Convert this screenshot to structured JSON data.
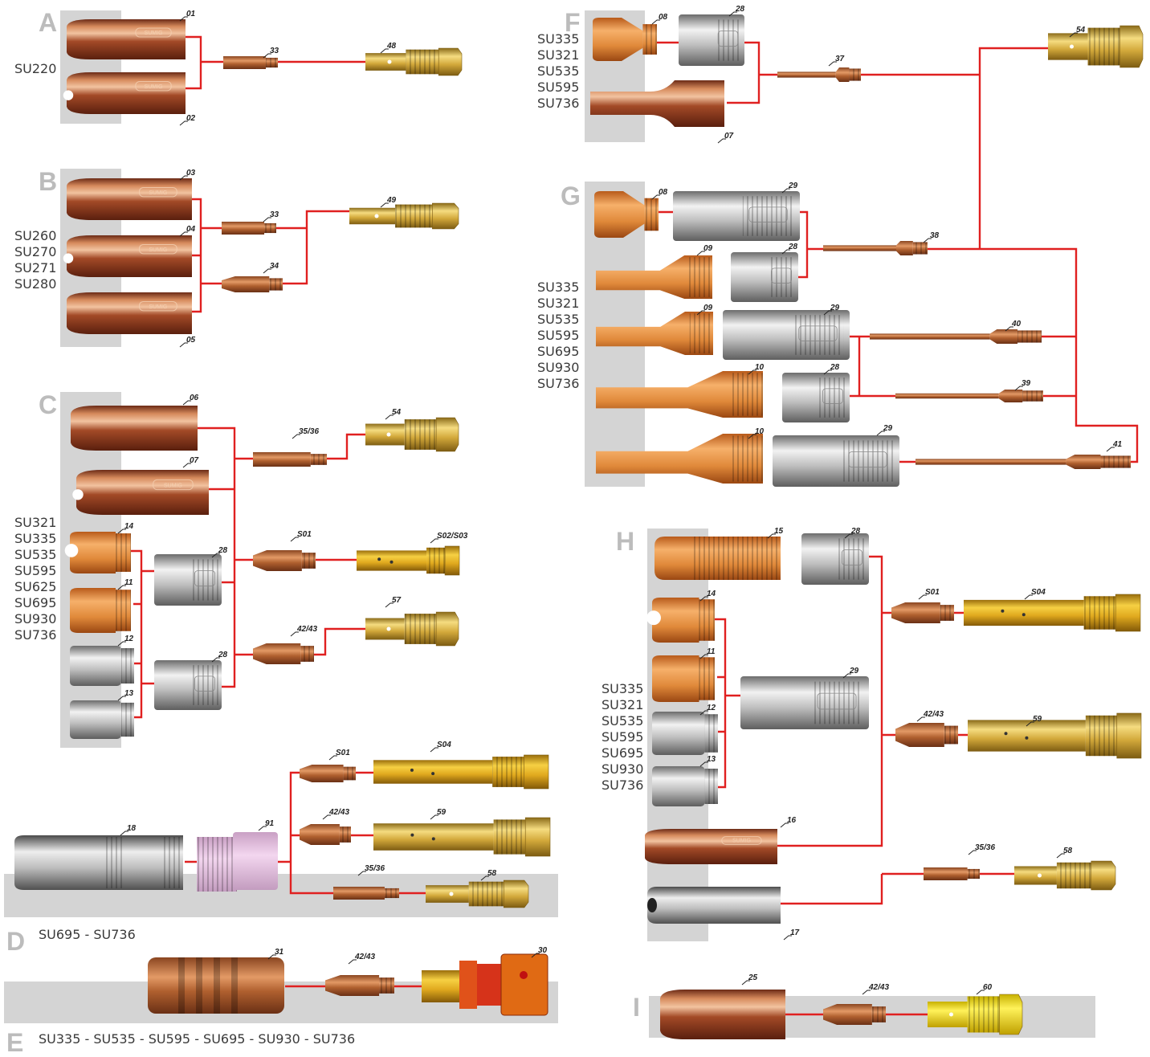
{
  "sections": {
    "A": {
      "letter": "A",
      "models": [
        "SU220"
      ]
    },
    "B": {
      "letter": "B",
      "models": [
        "SU260",
        "SU270",
        "SU271",
        "SU280"
      ]
    },
    "C": {
      "letter": "C",
      "models": [
        "SU321",
        "SU335",
        "SU535",
        "SU595",
        "SU625",
        "SU695",
        "SU930",
        "SU736"
      ]
    },
    "D": {
      "letter": "D",
      "models_line": "SU695 - SU736"
    },
    "E": {
      "letter": "E",
      "models_line": "SU335 - SU535 - SU595 - SU695 - SU930 - SU736"
    },
    "F": {
      "letter": "F",
      "models": [
        "SU335",
        "SU321",
        "SU535",
        "SU595",
        "SU736"
      ]
    },
    "G": {
      "letter": "G",
      "models": [
        "SU335",
        "SU321",
        "SU535",
        "SU595",
        "SU695",
        "SU930",
        "SU736"
      ]
    },
    "H": {
      "letter": "H",
      "models": [
        "SU335",
        "SU321",
        "SU535",
        "SU595",
        "SU695",
        "SU930",
        "SU736"
      ]
    },
    "I": {
      "letter": "I"
    }
  },
  "part_labels": {
    "p01": "01",
    "p02": "02",
    "p33a": "33",
    "p48": "48",
    "p03": "03",
    "p04": "04",
    "p05": "05",
    "p33b": "33",
    "p34": "34",
    "p49": "49",
    "p06": "06",
    "p07a": "07",
    "p14a": "14",
    "p11a": "11",
    "p12a": "12",
    "p13a": "13",
    "p28a": "28",
    "p28b": "28",
    "p3536a": "35/36",
    "p54a": "54",
    "pS01a": "S01",
    "pS0203": "S02/S03",
    "p4243a": "42/43",
    "p57": "57",
    "pS01b": "S01",
    "pS04a": "S04",
    "p4243b": "42/43",
    "p59a": "59",
    "p3536b": "35/36",
    "p58a": "58",
    "p18": "18",
    "p91": "91",
    "p31": "31",
    "p4243c": "42/43",
    "p30": "30",
    "p08a": "08",
    "p28c": "28",
    "p37": "37",
    "p54b": "54",
    "p07b": "07",
    "p08b": "08",
    "p29a": "29",
    "p38": "38",
    "p09a": "09",
    "p28d": "28",
    "p09b": "09",
    "p29b": "29",
    "p40": "40",
    "p10a": "10",
    "p28e": "28",
    "p39": "39",
    "p10b": "10",
    "p29c": "29",
    "p41": "41",
    "p15": "15",
    "p28f": "28",
    "pS01c": "S01",
    "pS04b": "S04",
    "p14b": "14",
    "p11b": "11",
    "p29d": "29",
    "p12b": "12",
    "p4243d": "42/43",
    "p59b": "59",
    "p13b": "13",
    "p16": "16",
    "p3536c": "35/36",
    "p58b": "58",
    "p17": "17",
    "p25": "25",
    "p4243e": "42/43",
    "p60": "60"
  },
  "brand_marking": "SUMIG",
  "colors": {
    "connector": "#e02020",
    "panel": "#d4d4d4",
    "section_letter": "#bcbcbc",
    "copper": "#a0522d",
    "brass": "#d4a93a",
    "nickel": "#c8c8c8"
  }
}
